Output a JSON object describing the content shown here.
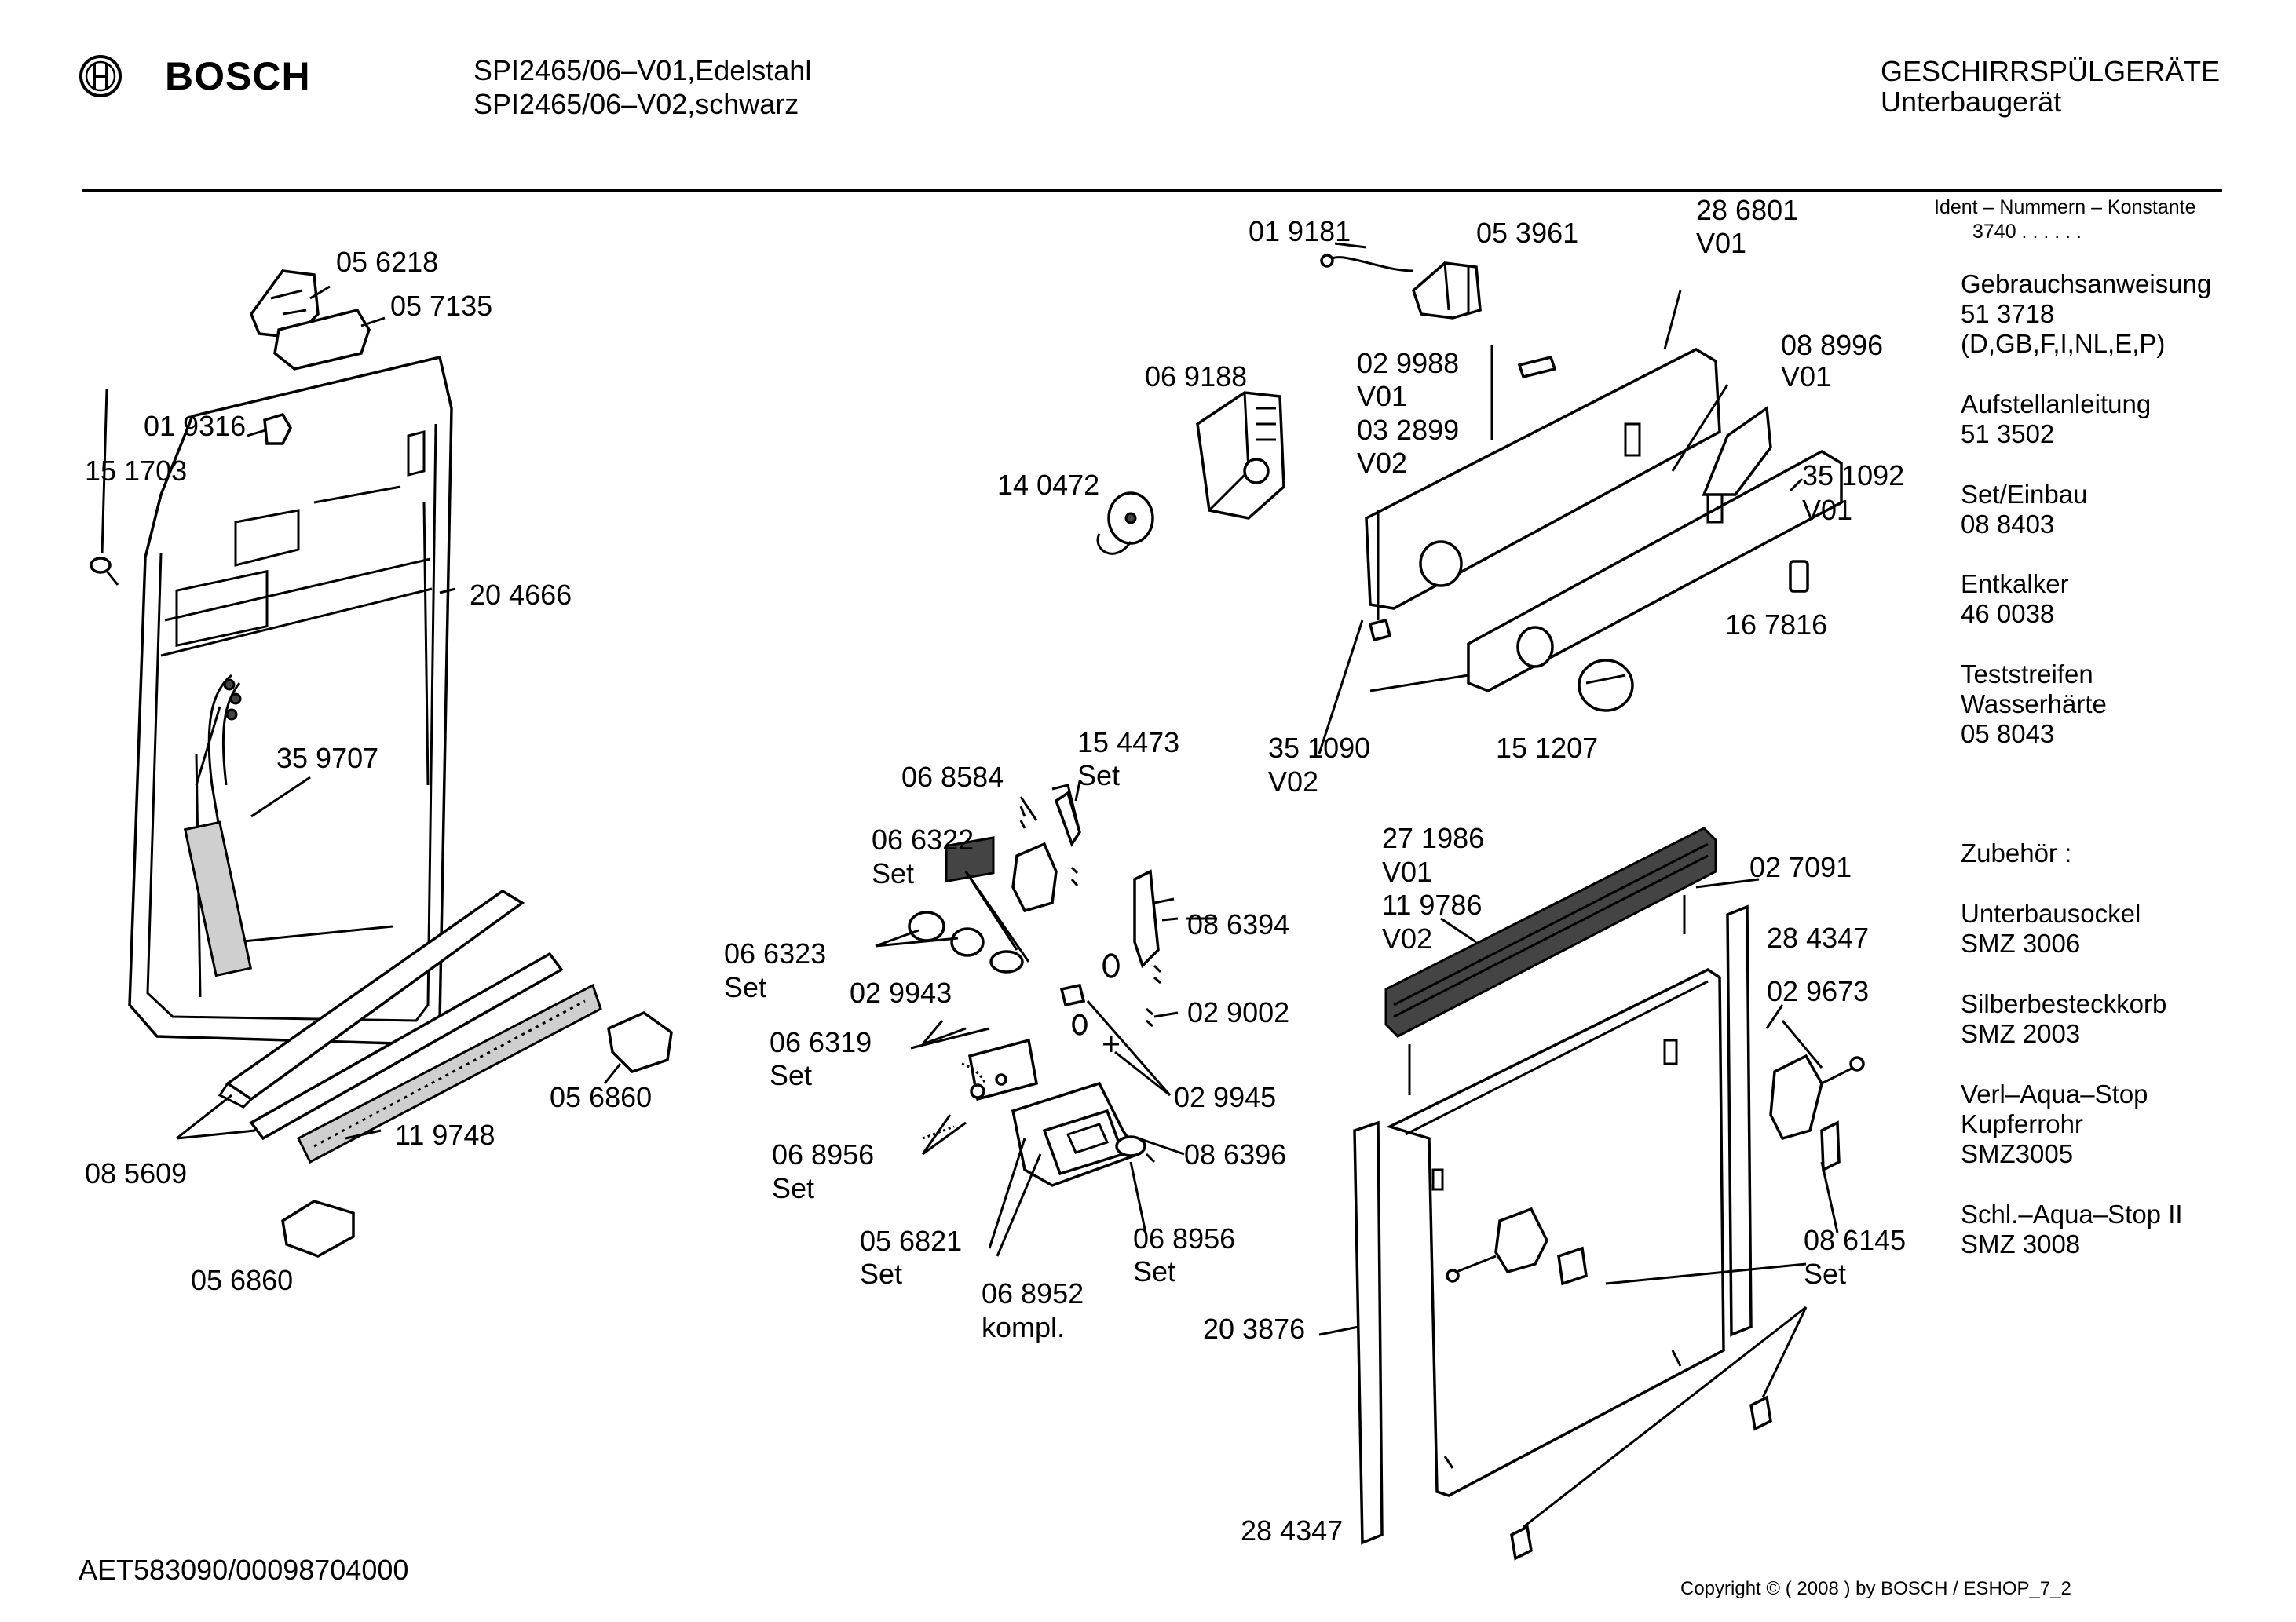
{
  "header": {
    "brand": "BOSCH",
    "model_line_1": "SPI2465/06–V01,Edelstahl",
    "model_line_2": "SPI2465/06–V02,schwarz",
    "category": "GESCHIRRSPÜLGERÄTE",
    "subcategory": "Unterbaugerät"
  },
  "side_panel": {
    "ident_title": "Ident – Nummern – Konstante",
    "ident_value": "3740 . . . . . .",
    "docs": [
      {
        "title": "Gebrauchsanweisung",
        "number": "51 3718",
        "extra": "(D,GB,F,I,NL,E,P)"
      },
      {
        "title": "Aufstellanleitung",
        "number": "51 3502"
      },
      {
        "title": "Set/Einbau",
        "number": "08 8403"
      },
      {
        "title": "Entkalker",
        "number": "46 0038"
      },
      {
        "title": "Teststreifen",
        "title2": "Wasserhärte",
        "number": "05 8043"
      }
    ],
    "accessories_title": "Zubehör :",
    "accessories": [
      {
        "name": "Unterbausockel",
        "code": "SMZ 3006"
      },
      {
        "name": "Silberbesteckkorb",
        "code": "SMZ 2003"
      },
      {
        "name": "Verl–Aqua–Stop",
        "name2": "Kupferrohr",
        "code": "SMZ3005"
      },
      {
        "name": "Schl.–Aqua–Stop II",
        "code": "SMZ 3008"
      }
    ]
  },
  "part_labels": [
    {
      "id": "p056218",
      "text": "05 6218"
    },
    {
      "id": "p057135",
      "text": "05 7135"
    },
    {
      "id": "p019316",
      "text": "01 9316"
    },
    {
      "id": "p151703",
      "text": "15 1703"
    },
    {
      "id": "p204666",
      "text": "20 4666"
    },
    {
      "id": "p359707",
      "text": "35 9707"
    },
    {
      "id": "p085609",
      "text": "08 5609"
    },
    {
      "id": "p119748",
      "text": "11 9748"
    },
    {
      "id": "p056860a",
      "text": "05 6860"
    },
    {
      "id": "p056860b",
      "text": "05 6860"
    },
    {
      "id": "p019181",
      "text": "01 9181"
    },
    {
      "id": "p053961",
      "text": "05 3961"
    },
    {
      "id": "p286801",
      "text": "28 6801"
    },
    {
      "id": "p286801v",
      "text": "V01"
    },
    {
      "id": "p069188",
      "text": "06 9188"
    },
    {
      "id": "p029988",
      "text": "02 9988"
    },
    {
      "id": "p029988v",
      "text": "V01"
    },
    {
      "id": "p032899",
      "text": "03 2899"
    },
    {
      "id": "p032899v",
      "text": "V02"
    },
    {
      "id": "p088996",
      "text": "08 8996"
    },
    {
      "id": "p088996v",
      "text": "V01"
    },
    {
      "id": "p140472",
      "text": "14 0472"
    },
    {
      "id": "p351092",
      "text": "35 1092"
    },
    {
      "id": "p351092v",
      "text": "V01"
    },
    {
      "id": "p167816",
      "text": "16 7816"
    },
    {
      "id": "p351090",
      "text": "35 1090"
    },
    {
      "id": "p351090v",
      "text": "V02"
    },
    {
      "id": "p151207",
      "text": "15 1207"
    },
    {
      "id": "p154473",
      "text": "15 4473"
    },
    {
      "id": "p154473s",
      "text": "Set"
    },
    {
      "id": "p068584",
      "text": "06 8584"
    },
    {
      "id": "p066322",
      "text": "06 6322"
    },
    {
      "id": "p066322s",
      "text": "Set"
    },
    {
      "id": "p066323",
      "text": "06 6323"
    },
    {
      "id": "p066323s",
      "text": "Set"
    },
    {
      "id": "p086394",
      "text": "08 6394"
    },
    {
      "id": "p029943",
      "text": "02 9943"
    },
    {
      "id": "p029002",
      "text": "02 9002"
    },
    {
      "id": "p066319",
      "text": "06 6319"
    },
    {
      "id": "p066319s",
      "text": "Set"
    },
    {
      "id": "p029945",
      "text": "02 9945"
    },
    {
      "id": "p068956a",
      "text": "06 8956"
    },
    {
      "id": "p068956as",
      "text": "Set"
    },
    {
      "id": "p086396",
      "text": "08 6396"
    },
    {
      "id": "p056821",
      "text": "05 6821"
    },
    {
      "id": "p056821s",
      "text": "Set"
    },
    {
      "id": "p068956b",
      "text": "06 8956"
    },
    {
      "id": "p068956bs",
      "text": "Set"
    },
    {
      "id": "p068952",
      "text": "06 8952"
    },
    {
      "id": "p068952k",
      "text": "kompl."
    },
    {
      "id": "p271986",
      "text": "27 1986"
    },
    {
      "id": "p271986v",
      "text": "V01"
    },
    {
      "id": "p119786",
      "text": "11 9786"
    },
    {
      "id": "p119786v",
      "text": "V02"
    },
    {
      "id": "p027091",
      "text": "02 7091"
    },
    {
      "id": "p284347a",
      "text": "28 4347"
    },
    {
      "id": "p029673",
      "text": "02 9673"
    },
    {
      "id": "p086145",
      "text": "08 6145"
    },
    {
      "id": "p086145s",
      "text": "Set"
    },
    {
      "id": "p203876",
      "text": "20 3876"
    },
    {
      "id": "p284347b",
      "text": "28 4347"
    }
  ],
  "footer": {
    "doc_code": "AET583090/00098704000",
    "copyright": "Copyright © ( 2008 ) by BOSCH  / ESHOP_7_2"
  }
}
